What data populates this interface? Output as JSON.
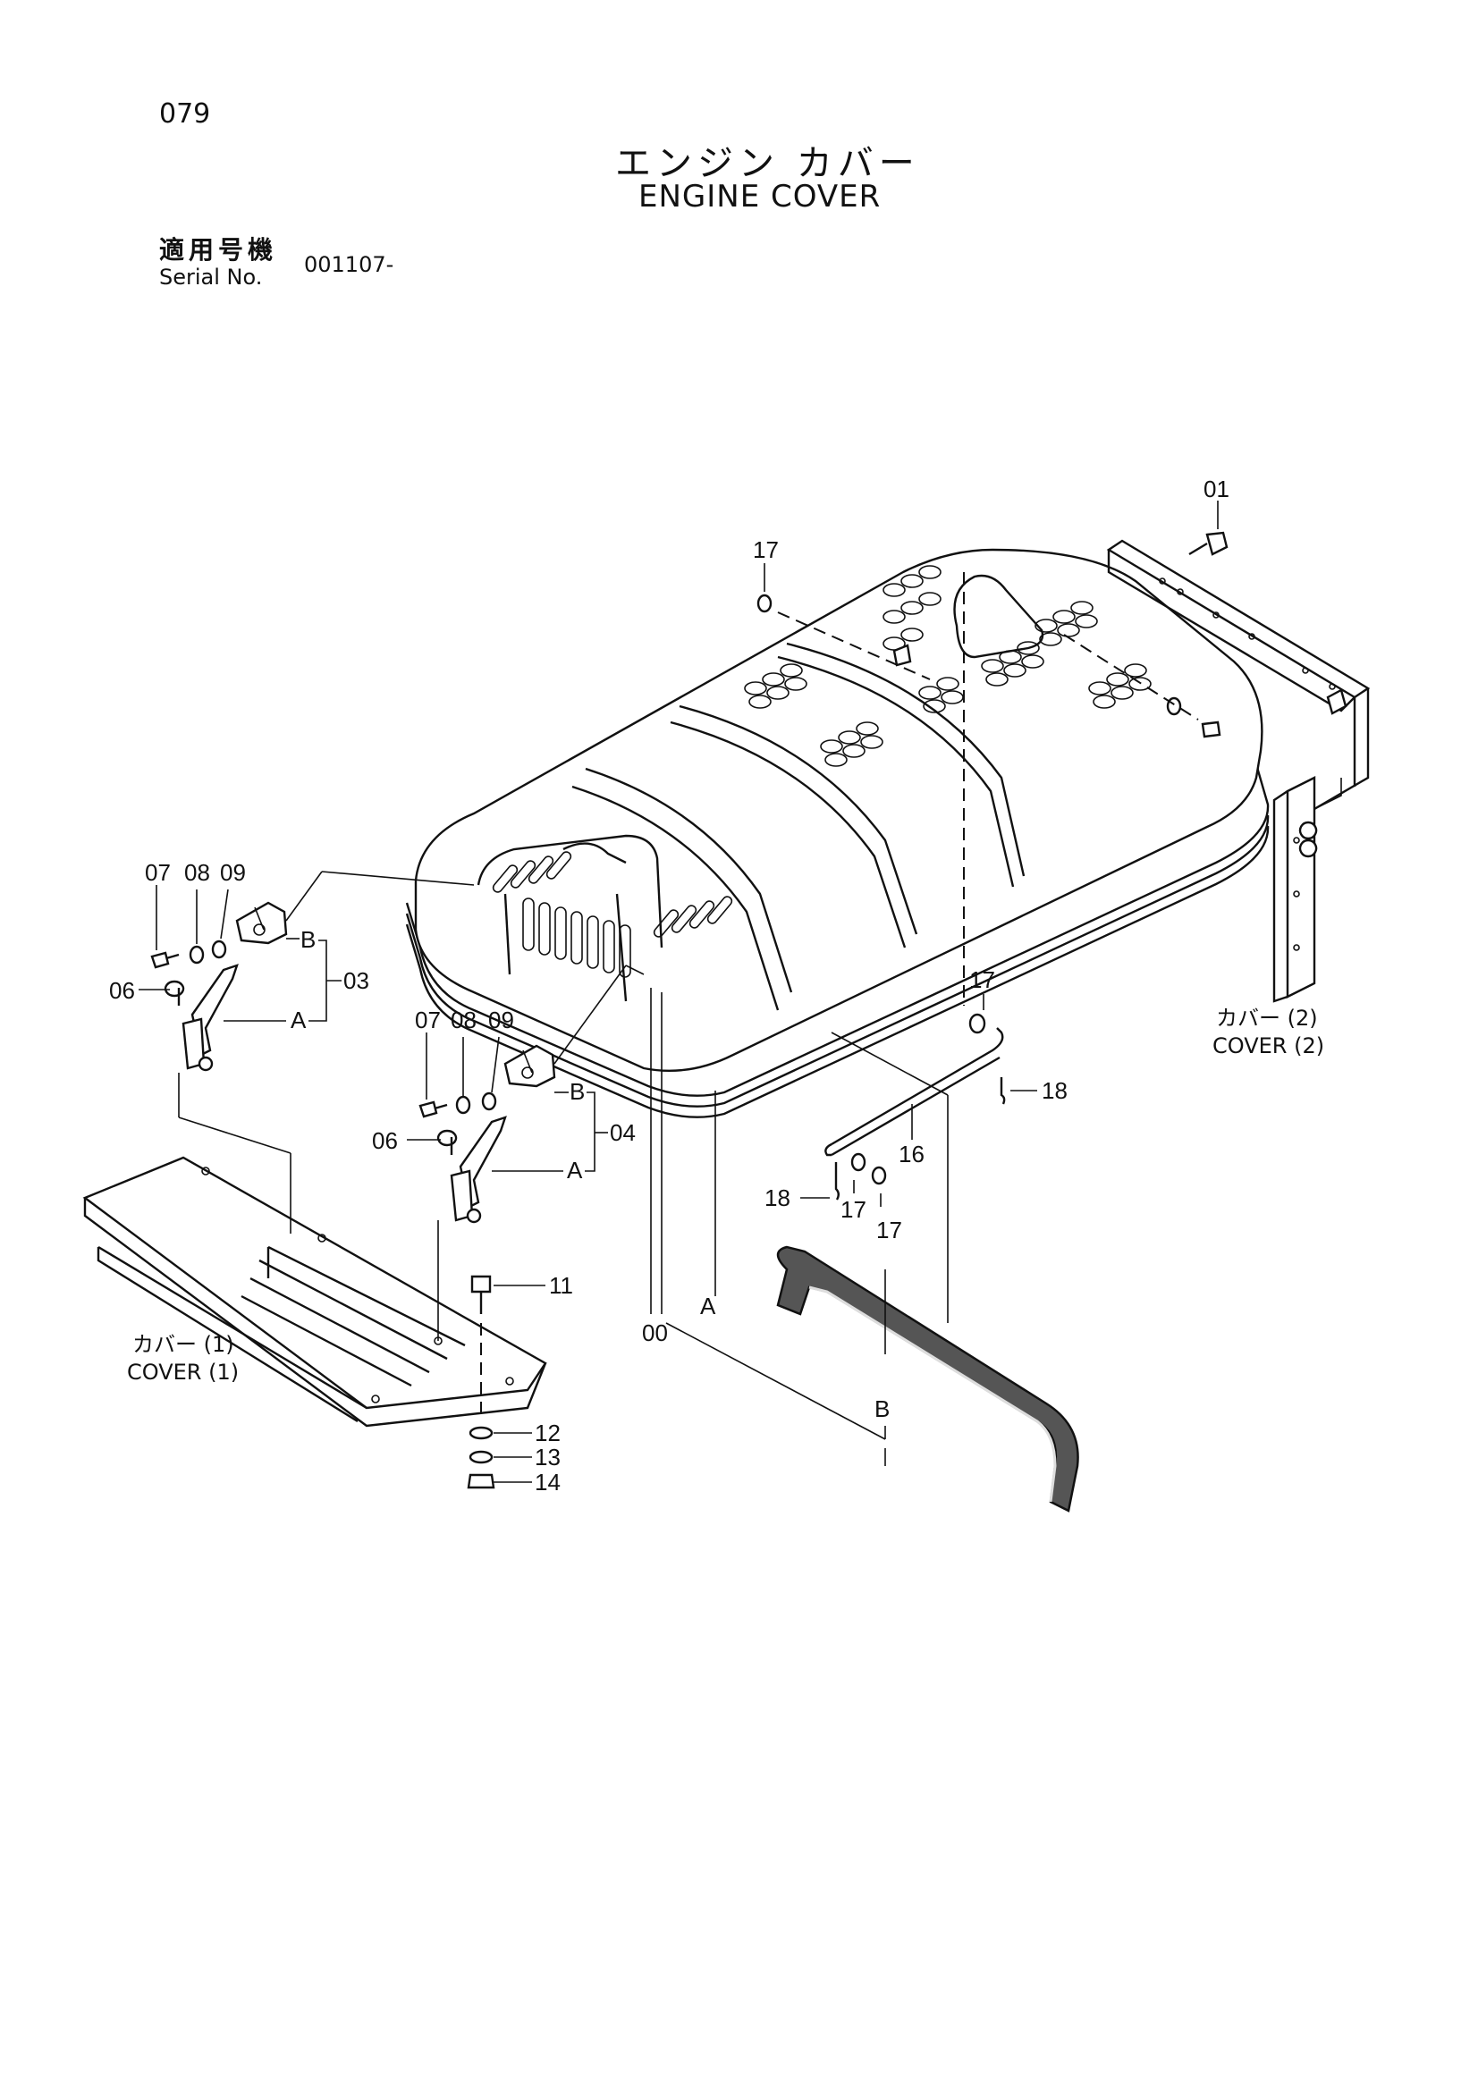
{
  "header": {
    "page_number": "079",
    "title_jp": "エンジン カバー",
    "title_en": "ENGINE COVER",
    "serial_label_jp": "適用号機",
    "serial_label_en": "Serial No.",
    "serial_value": "001107-"
  },
  "callouts": {
    "c01": "01",
    "c17_top": "17",
    "c17_right": "17",
    "c17_a": "17",
    "c17_b": "17",
    "c07_a": "07",
    "c08_a": "08",
    "c09_a": "09",
    "c07_b": "07",
    "c08_b": "08",
    "c09_b": "09",
    "c06_a": "06",
    "c06_b": "06",
    "c03": "03",
    "c04": "04",
    "cA_1": "A",
    "cB_1": "B",
    "cA_2": "A",
    "cB_2": "B",
    "cA_3": "A",
    "cB_3": "B",
    "c18_a": "18",
    "c18_b": "18",
    "c16": "16",
    "c11": "11",
    "c12": "12",
    "c13": "13",
    "c14": "14",
    "c00": "00"
  },
  "component_labels": {
    "cover2_jp": "カバー (2)",
    "cover2_en": "COVER (2)",
    "cover1_jp": "カバー (1)",
    "cover1_en": "COVER (1)"
  }
}
